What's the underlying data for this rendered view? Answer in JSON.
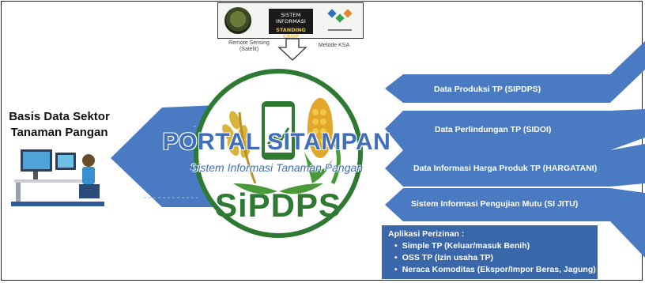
{
  "top_logos": {
    "remote_sensing_label": "Remote Sensing\n(Satelit)",
    "standing_crop_line1": "SISTEM INFORMASI",
    "standing_crop_line2": "STANDING CROP",
    "ksa_label": "Metode KSA"
  },
  "left": {
    "title": "Basis Data Sektor Tanaman Pangan"
  },
  "center": {
    "portal_title": "PORTAL SITAMPAN",
    "portal_subtitle": "Sistem Informasi Tanaman Pangan",
    "brand": "SiPDPS"
  },
  "right_arrows": [
    {
      "label": "Data Produksi TP (SIPDPS)"
    },
    {
      "label": "Data Perlindungan TP (SIDOI)"
    },
    {
      "label": "Data Informasi Harga Produk TP (HARGATANI)"
    },
    {
      "label": "Sistem Informasi Pengujian Mutu (SI JITU)"
    }
  ],
  "perizinan": {
    "title": "Aplikasi Perizinan :",
    "items": [
      "Simple TP (Keluar/masuk Benih)",
      "OSS TP (Izin usaha TP)",
      "Neraca Komoditas (Ekspor/Impor Beras, Jagung)"
    ]
  },
  "colors": {
    "arrow_blue": "#4a7bc2",
    "dark_blue": "#3a66aa",
    "brand_green": "#2e7a32",
    "wheat_gold": "#d9b43b"
  }
}
